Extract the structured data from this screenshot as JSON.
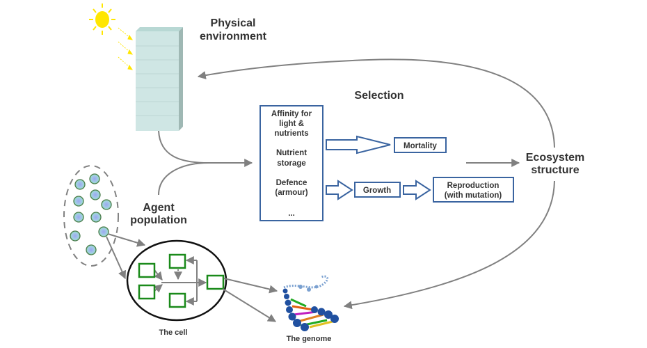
{
  "title_labels": {
    "physical_environment": [
      "Physical",
      "environment"
    ],
    "selection": "Selection",
    "ecosystem_structure": [
      "Ecosystem",
      "structure"
    ],
    "agent_population": [
      "Agent",
      "population"
    ],
    "the_cell": "The cell",
    "the_genome": "The genome"
  },
  "traits_box": {
    "lines": [
      "Affinity for",
      "light &",
      "nutrients",
      "",
      "Nutrient",
      "storage",
      "",
      "Defence",
      "(armour)",
      "",
      "..."
    ]
  },
  "outcomes": {
    "mortality": "Mortality",
    "growth": "Growth",
    "reproduction": [
      "Reproduction",
      "(with mutation)"
    ]
  },
  "colors": {
    "arrow_gray": "#808080",
    "box_blue": "#3a64a0",
    "cell_green": "#1a8a1a",
    "column_fill": "#cfe6e4",
    "sun_yellow": "#ffe600",
    "agent_fill": "#8fe0b8",
    "agent_center": "#9aa8f0"
  }
}
